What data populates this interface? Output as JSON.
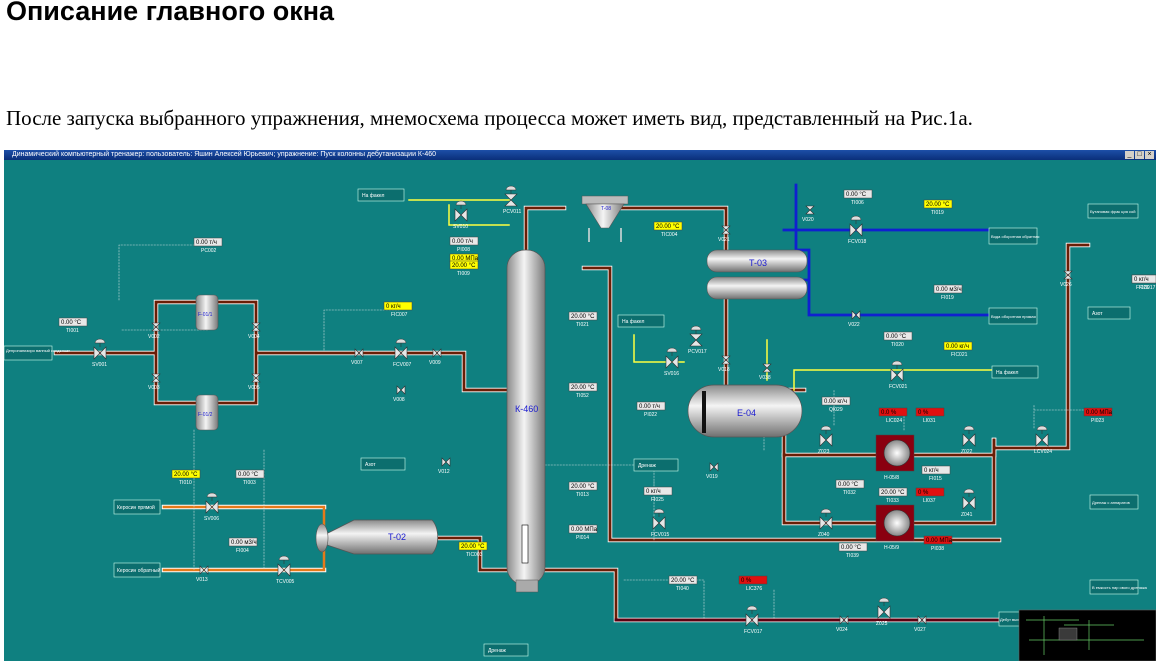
{
  "heading": "Описание главного окна",
  "paragraph": "После запуска выбранного упражнения, мнемосхема процесса может иметь вид, представленный на Рис.1а.",
  "window": {
    "title": "Динамический компьютерный тренажер: пользователь: Яшин Алексей Юрьевич; упражнение: Пуск колонны дебутанизации К-460",
    "min": "_",
    "max": "□",
    "close": "×"
  },
  "equipment": {
    "column": "К-460",
    "f011": "F-01/1",
    "f012": "F-01/2",
    "t08": "T-08",
    "t03": "T-03",
    "e04": "E-04",
    "t02": "T-02",
    "h058": "H-05/8",
    "h059": "H-05/9"
  },
  "targets": {
    "flare1": "На факел",
    "flare2": "На факел",
    "flare3": "На факел",
    "feed": "Депропанизиро ванный конденсат",
    "nitrogen1": "Азот",
    "nitrogen2": "Азот",
    "drain1": "Дренаж",
    "drain2": "Дренаж",
    "kerosene_direct": "Керосин прямой",
    "kerosene_return": "Керосин обратный",
    "water_direct": "Вода оборотная обратная",
    "water_return": "Вода оборотная прямая",
    "butane": "Бутановая фрак ция сой",
    "drain_apparatus": "Дренаж с аппаратов",
    "tank_park": "В емкость пар ового дренажа",
    "debut_out": "Дебут выход"
  },
  "valves": {
    "sv001": "SV001",
    "v002": "V002",
    "v003": "V003",
    "v004": "V004",
    "v005": "V005",
    "v007": "V007",
    "fcv007": "FCV007",
    "v009": "V009",
    "v008": "V008",
    "sv010": "SV010",
    "pcv011": "PCV011",
    "v012": "V012",
    "sv006": "SV006",
    "v013": "V013",
    "tcv005": "TCV005",
    "v020": "V020",
    "v021": "V021",
    "fcv018": "FCV018",
    "v022": "V022",
    "pcv017": "PCV017",
    "sv016": "SV016",
    "v018": "V018",
    "v038": "V038",
    "fcv021": "FCV021",
    "v019": "V019",
    "fcv015": "FCV015",
    "z023": "Z023",
    "z022": "Z022",
    "lcv024": "LCV024",
    "z040": "Z040",
    "z041": "Z041",
    "fcv017": "FCV017",
    "v026": "V026",
    "v024": "V024",
    "z025": "Z025",
    "v027": "V027"
  },
  "readings": [
    {
      "value": "0.00 т/ч",
      "tag": "PC002",
      "style": "grey"
    },
    {
      "value": "0.00 °C",
      "tag": "TI001",
      "style": "grey"
    },
    {
      "value": "0 кг/ч",
      "tag": "FIC007",
      "style": "yellow"
    },
    {
      "value": "0.00 т/ч",
      "tag": "PI008",
      "style": "grey"
    },
    {
      "value": "0.00 МПа",
      "tag": "PI005",
      "style": "yellow"
    },
    {
      "value": "20.00 °C",
      "tag": "TI009",
      "style": "yellow"
    },
    {
      "value": "20.00 °C",
      "tag": "TIC004",
      "style": "yellow"
    },
    {
      "value": "20.00 °C",
      "tag": "TI021",
      "style": "grey"
    },
    {
      "value": "20.00 °C",
      "tag": "TI052",
      "style": "grey"
    },
    {
      "value": "20.00 °C",
      "tag": "TI013",
      "style": "grey"
    },
    {
      "value": "0.00 МПа",
      "tag": "PI014",
      "style": "grey"
    },
    {
      "value": "20.00 °C",
      "tag": "TIC003",
      "style": "yellow"
    },
    {
      "value": "20.00 °C",
      "tag": "TI010",
      "style": "yellow"
    },
    {
      "value": "0.00 °C",
      "tag": "TI003",
      "style": "grey"
    },
    {
      "value": "0.00 м3/ч",
      "tag": "FI004",
      "style": "grey"
    },
    {
      "value": "0.00 °C",
      "tag": "TI006",
      "style": "grey"
    },
    {
      "value": "20.00 °C",
      "tag": "TI019",
      "style": "yellow"
    },
    {
      "value": "0.00 м3/ч",
      "tag": "FI019",
      "style": "grey"
    },
    {
      "value": "0.00 °C",
      "tag": "TI020",
      "style": "grey"
    },
    {
      "value": "0.00 кг/ч",
      "tag": "FIC021",
      "style": "yellow"
    },
    {
      "value": "0.00 т/ч",
      "tag": "PI022",
      "style": "grey"
    },
    {
      "value": "0.00 кг/ч",
      "tag": "QI029",
      "style": "grey"
    },
    {
      "value": "0.0 %",
      "tag": "LIC024",
      "style": "red"
    },
    {
      "value": "0 %",
      "tag": "LI031",
      "style": "red"
    },
    {
      "value": "0.00 МПа",
      "tag": "PI023",
      "style": "red"
    },
    {
      "value": "0 кг/ч",
      "tag": "FI025",
      "style": "grey"
    },
    {
      "value": "0 кг/ч",
      "tag": "FI015",
      "style": "grey"
    },
    {
      "value": "0.00 °C",
      "tag": "TI032",
      "style": "grey"
    },
    {
      "value": "20.00 °C",
      "tag": "TI033",
      "style": "grey"
    },
    {
      "value": "0 %",
      "tag": "LI037",
      "style": "red"
    },
    {
      "value": "0.00 МПа",
      "tag": "PI038",
      "style": "red"
    },
    {
      "value": "0.00 °C",
      "tag": "TI039",
      "style": "grey"
    },
    {
      "value": "20.00 °C",
      "tag": "TI040",
      "style": "grey"
    },
    {
      "value": "0 %",
      "tag": "LIC376",
      "style": "red"
    },
    {
      "value": "0 кг/ч",
      "tag": "FIC017",
      "style": "yellow"
    },
    {
      "value": "0 кг/ч",
      "tag": "FI026",
      "style": "grey"
    }
  ]
}
